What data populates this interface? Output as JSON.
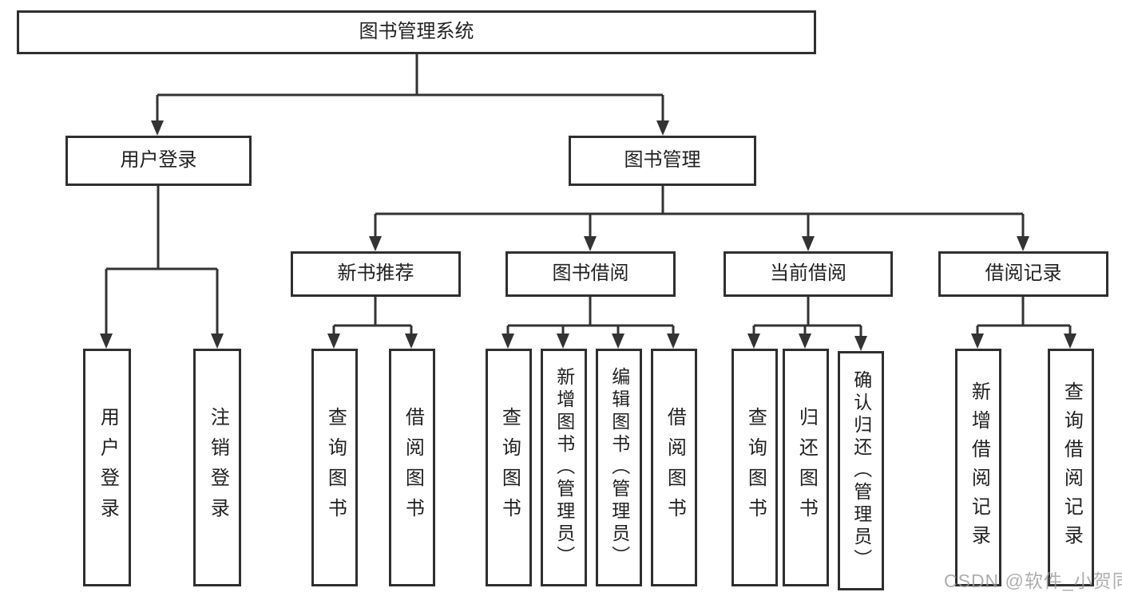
{
  "tree": {
    "root": "图书管理系统",
    "branches": [
      {
        "label": "用户登录",
        "children": [
          "用户登录",
          "注销登录"
        ]
      },
      {
        "label": "图书管理",
        "groups": [
          {
            "label": "新书推荐",
            "children": [
              "查询图书",
              "借阅图书"
            ]
          },
          {
            "label": "图书借阅",
            "children": [
              "查询图书",
              "新增图书（管理员）",
              "编辑图书（管理员）",
              "借阅图书"
            ]
          },
          {
            "label": "当前借阅",
            "children": [
              "查询图书",
              "归还图书",
              "确认归还（管理员）"
            ]
          },
          {
            "label": "借阅记录",
            "children": [
              "新增借阅记录",
              "查询借阅记录"
            ]
          }
        ]
      }
    ]
  },
  "colors": {
    "line": "#333333",
    "border": "#2f2f2f",
    "text": "#212121",
    "watermark": "#9b9b9b",
    "background": "#ffffff"
  },
  "watermark": {
    "text": "CSDN @软件_小贺同学"
  }
}
